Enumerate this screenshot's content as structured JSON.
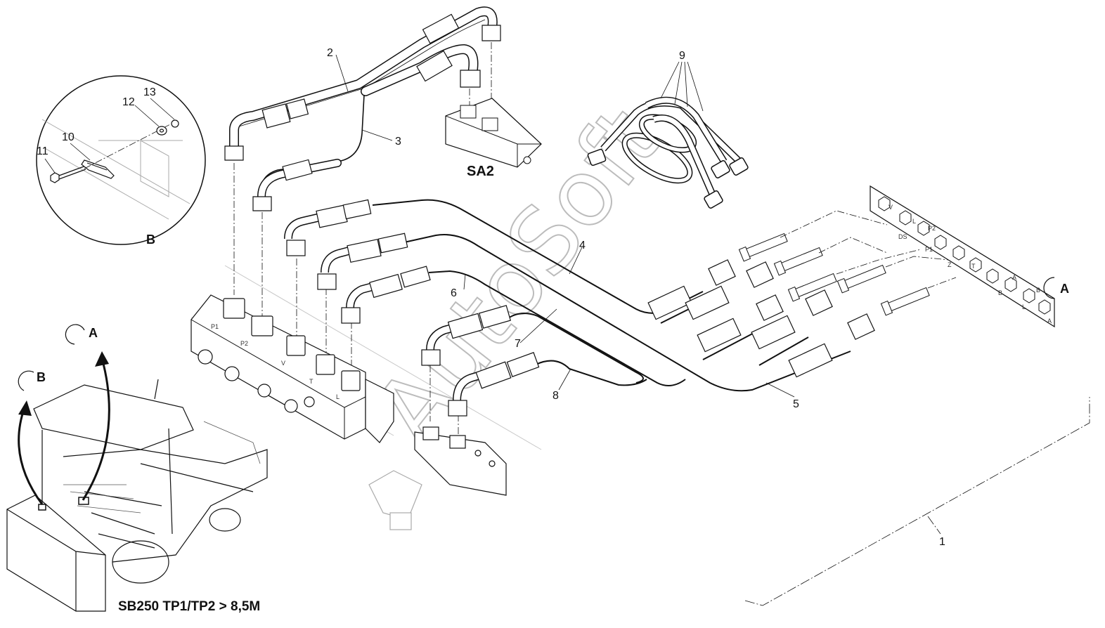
{
  "diagram": {
    "title": "SB250 TP1/TP2  > 8,5M",
    "block_label": "SA2",
    "watermark": "AutoSoft",
    "part_numbers": [
      "1",
      "2",
      "3",
      "4",
      "5",
      "6",
      "7",
      "8",
      "9",
      "10",
      "11",
      "12",
      "13"
    ],
    "detail_markers": {
      "a": "A",
      "b": "B"
    },
    "panel_ports": [
      "V",
      "L",
      "P2",
      "DS",
      "P1",
      "Z",
      "T",
      "A",
      "B",
      "B",
      "L",
      "A"
    ],
    "manifold_ports": [
      "P1",
      "P2",
      "V",
      "T",
      "L"
    ]
  }
}
